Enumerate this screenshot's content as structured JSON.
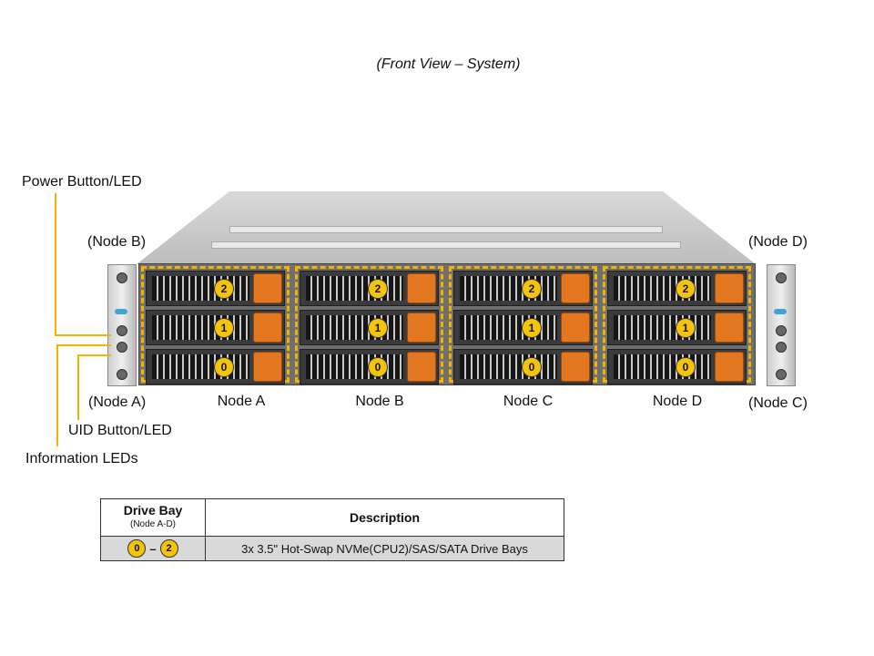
{
  "title": "(Front View – System)",
  "callouts": {
    "power": "Power Button/LED",
    "uid": "UID Button/LED",
    "info": "Information LEDs",
    "node_b_left": "(Node B)",
    "node_a_left": "(Node A)",
    "node_d_right": "(Node D)",
    "node_c_right": "(Node C)"
  },
  "nodes": [
    {
      "label": "Node A",
      "bays": [
        "2",
        "1",
        "0"
      ]
    },
    {
      "label": "Node B",
      "bays": [
        "2",
        "1",
        "0"
      ]
    },
    {
      "label": "Node C",
      "bays": [
        "2",
        "1",
        "0"
      ]
    },
    {
      "label": "Node D",
      "bays": [
        "2",
        "1",
        "0"
      ]
    }
  ],
  "colors": {
    "highlight": "#f2b400",
    "latch": "#e3771f",
    "bay_badge": "#f4c40a"
  },
  "table": {
    "col1_header": "Drive Bay",
    "col1_sub": "(Node A-D)",
    "col2_header": "Description",
    "row_from": "0",
    "row_sep": "–",
    "row_to": "2",
    "row_desc": "3x 3.5\" Hot-Swap NVMe(CPU2)/SAS/SATA Drive Bays"
  }
}
